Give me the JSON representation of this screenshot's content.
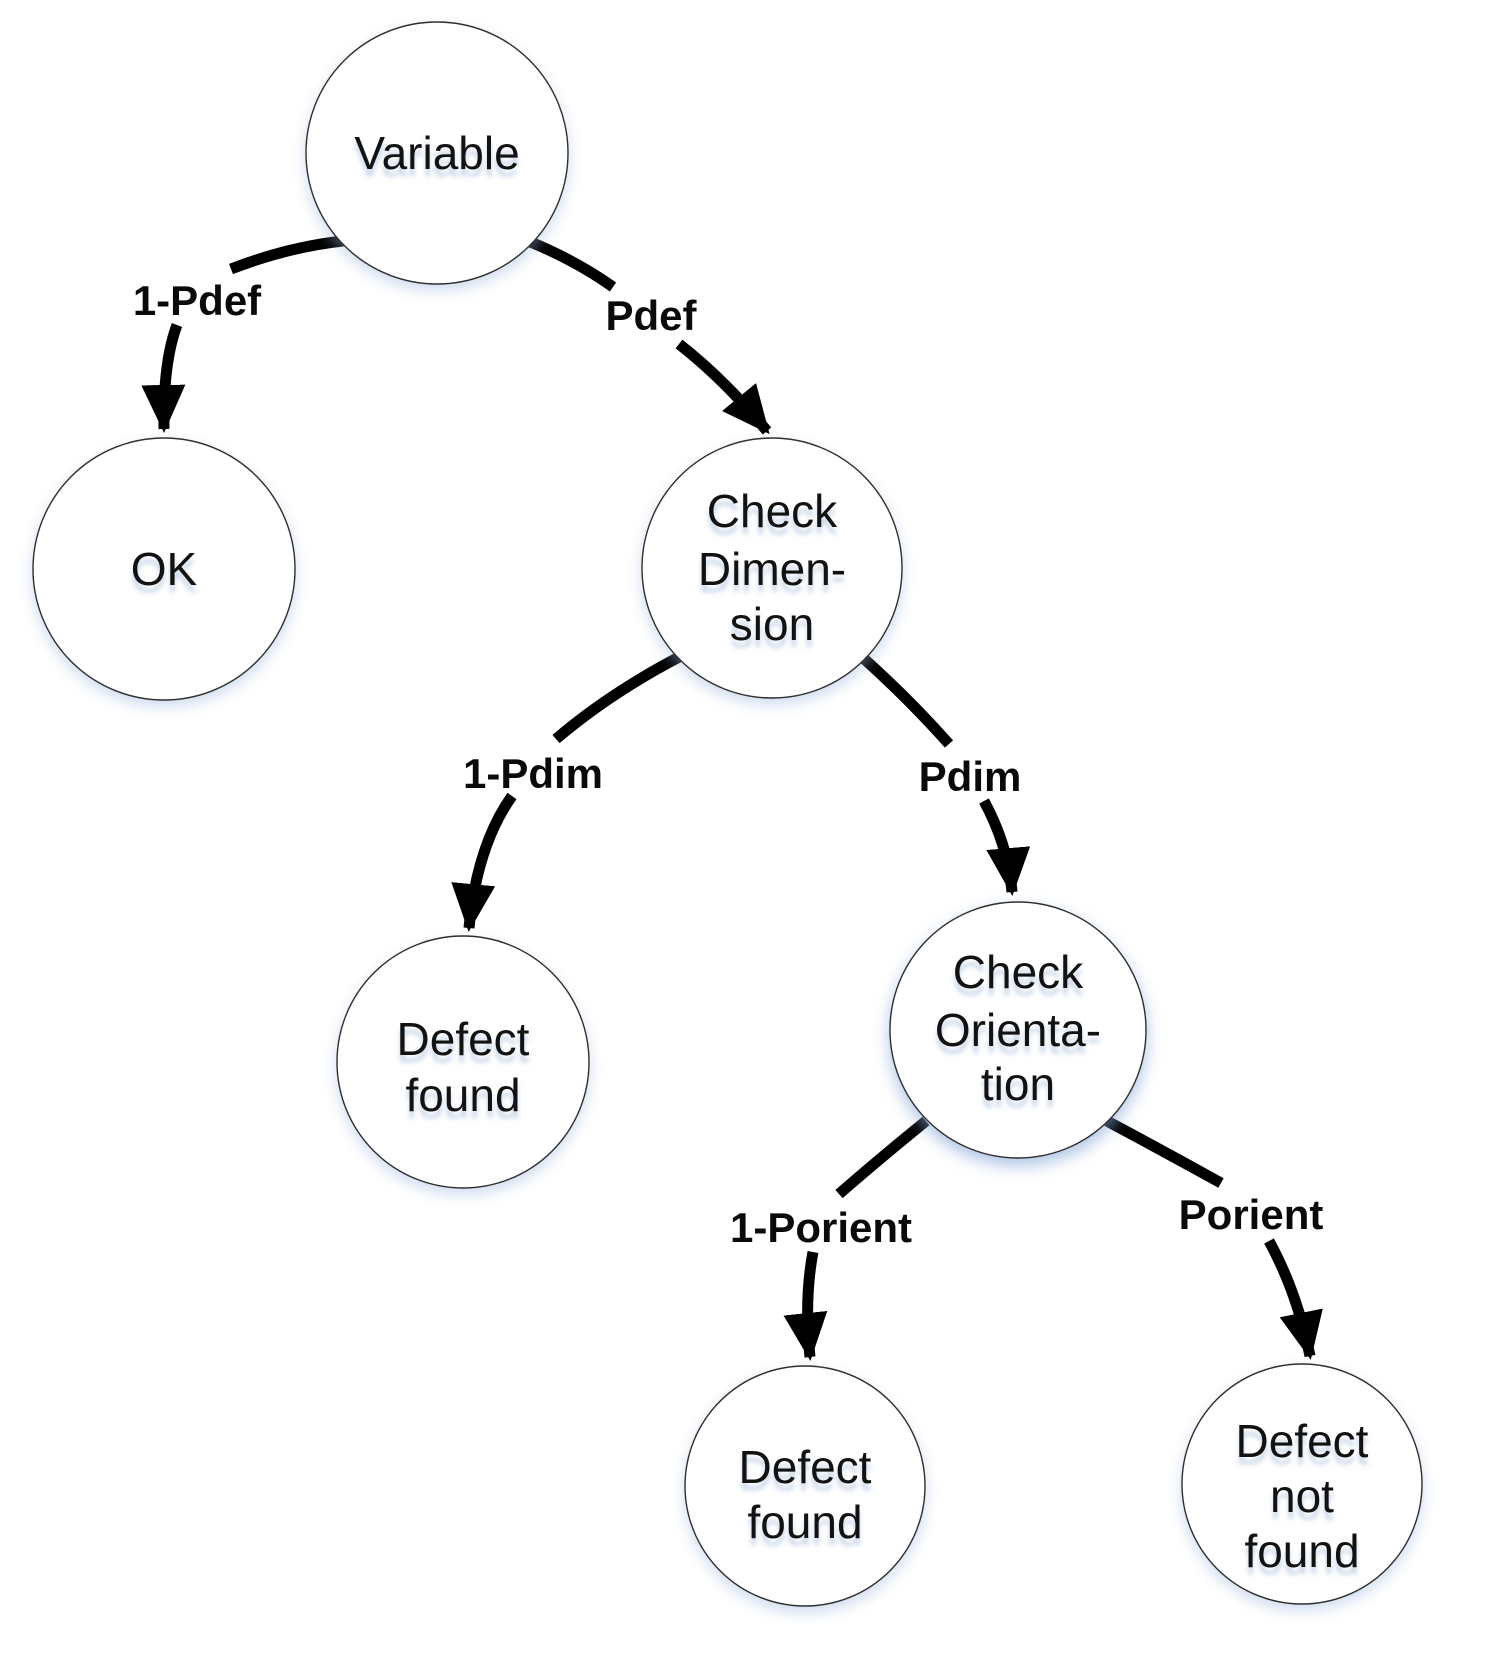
{
  "diagram": {
    "type": "decision-tree",
    "nodes": [
      {
        "id": "variable",
        "lines": [
          "Variable"
        ]
      },
      {
        "id": "ok",
        "lines": [
          "OK"
        ]
      },
      {
        "id": "check-dimension",
        "lines": [
          "Check",
          "Dimen-",
          "sion"
        ]
      },
      {
        "id": "defect-found-dimension",
        "lines": [
          "Defect",
          "found"
        ]
      },
      {
        "id": "check-orientation",
        "lines": [
          "Check",
          "Orienta-",
          "tion"
        ]
      },
      {
        "id": "defect-found-orientation",
        "lines": [
          "Defect",
          "found"
        ]
      },
      {
        "id": "defect-not-found",
        "lines": [
          "Defect",
          "not",
          "found"
        ]
      }
    ],
    "edges": [
      {
        "from": "variable",
        "to": "ok",
        "label": "1-Pdef"
      },
      {
        "from": "variable",
        "to": "check-dimension",
        "label": "Pdef"
      },
      {
        "from": "check-dimension",
        "to": "defect-found-dimension",
        "label": "1-Pdim"
      },
      {
        "from": "check-dimension",
        "to": "check-orientation",
        "label": "Pdim"
      },
      {
        "from": "check-orientation",
        "to": "defect-found-orientation",
        "label": "1-Porient"
      },
      {
        "from": "check-orientation",
        "to": "defect-not-found",
        "label": "Porient"
      }
    ],
    "colors": {
      "background": "#ffffff",
      "node_fill": "#ffffff",
      "node_stroke": "#2e2e2e",
      "arrow": "#000000",
      "text": "#121212",
      "shadow_haze": "#a8c2e0"
    }
  }
}
